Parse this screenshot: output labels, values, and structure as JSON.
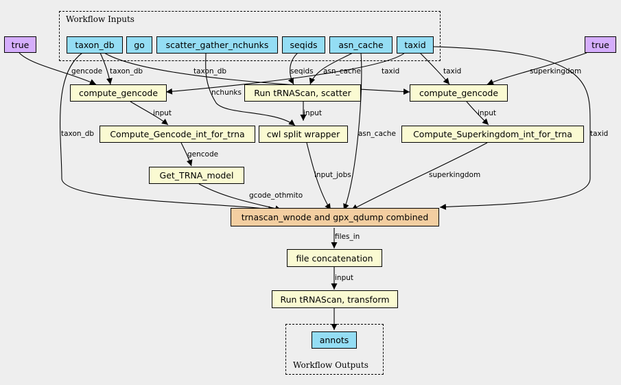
{
  "clusters": {
    "inputs_title": "Workflow Inputs",
    "outputs_title": "Workflow Outputs"
  },
  "nodes": {
    "true_left": "true",
    "true_right": "true",
    "taxon_db": "taxon_db",
    "go": "go",
    "scatter_gather_nchunks": "scatter_gather_nchunks",
    "seqids": "seqids",
    "asn_cache": "asn_cache",
    "taxid": "taxid",
    "compute_gencode_left": "compute_gencode",
    "run_trnascan_scatter": "Run tRNAScan, scatter",
    "compute_gencode_right": "compute_gencode",
    "compute_gencode_int": "Compute_Gencode_int_for_trna",
    "cwl_split_wrapper": "cwl split wrapper",
    "compute_superkingdom_int": "Compute_Superkingdom_int_for_trna",
    "get_trna_model": "Get_TRNA_model",
    "trnascan_combined": "trnascan_wnode and gpx_qdump combined",
    "file_concatenation": "file concatenation",
    "run_trnascan_transform": "Run tRNAScan, transform",
    "annots": "annots"
  },
  "edge_labels": {
    "gencode_a": "gencode",
    "taxon_db_a": "taxon_db",
    "taxon_db_b": "taxon_db",
    "seqids": "seqids",
    "asn_cache_a": "asn_cache",
    "taxid_a": "taxid",
    "taxid_b": "taxid",
    "superkingdom_a": "superkingdom",
    "nchunks": "nchunks",
    "input_a": "input",
    "input_b": "input",
    "input_c": "input",
    "taxon_db_c": "taxon_db",
    "asn_cache_b": "asn_cache",
    "taxid_c": "taxid",
    "gencode_b": "gencode",
    "input_jobs": "input_jobs",
    "superkingdom_b": "superkingdom",
    "gcode_othmito": "gcode_othmito",
    "files_in": "files_in",
    "input_d": "input"
  }
}
